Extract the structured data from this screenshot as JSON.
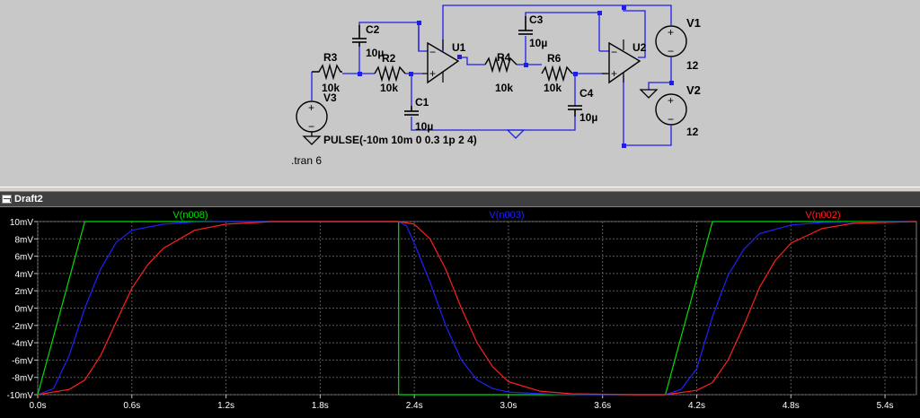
{
  "schematic": {
    "components": {
      "r3": {
        "name": "R3",
        "value": "10k"
      },
      "r2": {
        "name": "R2",
        "value": "10k"
      },
      "c2": {
        "name": "C2",
        "value": "10µ"
      },
      "c1": {
        "name": "C1",
        "value": "10µ"
      },
      "u1": {
        "name": "U1"
      },
      "r4": {
        "name": "R4",
        "value": "10k"
      },
      "r6": {
        "name": "R6",
        "value": "10k"
      },
      "c3": {
        "name": "C3",
        "value": "10µ"
      },
      "c4": {
        "name": "C4",
        "value": "10µ"
      },
      "u2": {
        "name": "U2"
      },
      "v1": {
        "name": "V1",
        "value": "12"
      },
      "v2": {
        "name": "V2",
        "value": "12"
      },
      "v3": {
        "name": "V3",
        "value": "PULSE(-10m 10m 0 0.3 1p 2 4)"
      }
    },
    "directive": ".tran 6",
    "plus_sign": "+",
    "minus_sign": "−"
  },
  "plot_window": {
    "title": "Draft2"
  },
  "chart_data": {
    "type": "line",
    "xlabel": "",
    "ylabel": "",
    "xlim": [
      0,
      5.6
    ],
    "ylim": [
      -10,
      10
    ],
    "x_ticks": [
      "0.0s",
      "0.6s",
      "1.2s",
      "1.8s",
      "2.4s",
      "3.0s",
      "3.6s",
      "4.2s",
      "4.8s",
      "5.4s"
    ],
    "x_tick_values": [
      0,
      0.6,
      1.2,
      1.8,
      2.4,
      3.0,
      3.6,
      4.2,
      4.8,
      5.4
    ],
    "y_ticks": [
      "10mV",
      "8mV",
      "6mV",
      "4mV",
      "2mV",
      "0mV",
      "-2mV",
      "-4mV",
      "-6mV",
      "-8mV",
      "-10mV"
    ],
    "y_tick_values": [
      10,
      8,
      6,
      4,
      2,
      0,
      -2,
      -4,
      -6,
      -8,
      -10
    ],
    "grid": true,
    "series": [
      {
        "name": "V(n008)",
        "color": "#00e000",
        "x": [
          0,
          0.3,
          2.3,
          2.3,
          4.0,
          4.3,
          5.6
        ],
        "y": [
          -10,
          10,
          10,
          -10,
          -10,
          10,
          10
        ]
      },
      {
        "name": "V(n003)",
        "color": "#2020ff",
        "x": [
          0,
          0.1,
          0.2,
          0.3,
          0.4,
          0.5,
          0.6,
          0.8,
          1.0,
          1.2,
          2.3,
          2.35,
          2.4,
          2.5,
          2.6,
          2.7,
          2.8,
          2.9,
          3.0,
          3.3,
          3.6,
          4.0,
          4.1,
          4.2,
          4.3,
          4.4,
          4.5,
          4.6,
          4.8,
          5.0,
          5.6
        ],
        "y": [
          -10,
          -9.3,
          -5.5,
          0,
          4.5,
          7.6,
          9.0,
          9.7,
          9.95,
          10,
          10,
          9.5,
          7.5,
          3.0,
          -2.0,
          -6.0,
          -8.3,
          -9.3,
          -9.7,
          -9.97,
          -10,
          -10,
          -9.4,
          -7.0,
          -1.0,
          3.8,
          6.8,
          8.6,
          9.6,
          9.9,
          10
        ]
      },
      {
        "name": "V(n002)",
        "color": "#ff2020",
        "x": [
          0,
          0.2,
          0.3,
          0.4,
          0.5,
          0.6,
          0.7,
          0.8,
          1.0,
          1.2,
          1.5,
          2.3,
          2.4,
          2.5,
          2.6,
          2.7,
          2.8,
          2.9,
          3.0,
          3.2,
          3.4,
          3.8,
          4.0,
          4.2,
          4.3,
          4.4,
          4.5,
          4.6,
          4.7,
          4.8,
          5.0,
          5.2,
          5.6
        ],
        "y": [
          -10,
          -9.4,
          -8.3,
          -5.5,
          -1.6,
          2.3,
          5.0,
          6.9,
          9.0,
          9.7,
          10,
          10,
          9.7,
          8.0,
          4.5,
          0.0,
          -4.0,
          -6.8,
          -8.5,
          -9.6,
          -9.9,
          -10,
          -10,
          -9.5,
          -8.6,
          -6.0,
          -2.0,
          2.4,
          5.5,
          7.5,
          9.2,
          9.8,
          10
        ]
      }
    ]
  }
}
